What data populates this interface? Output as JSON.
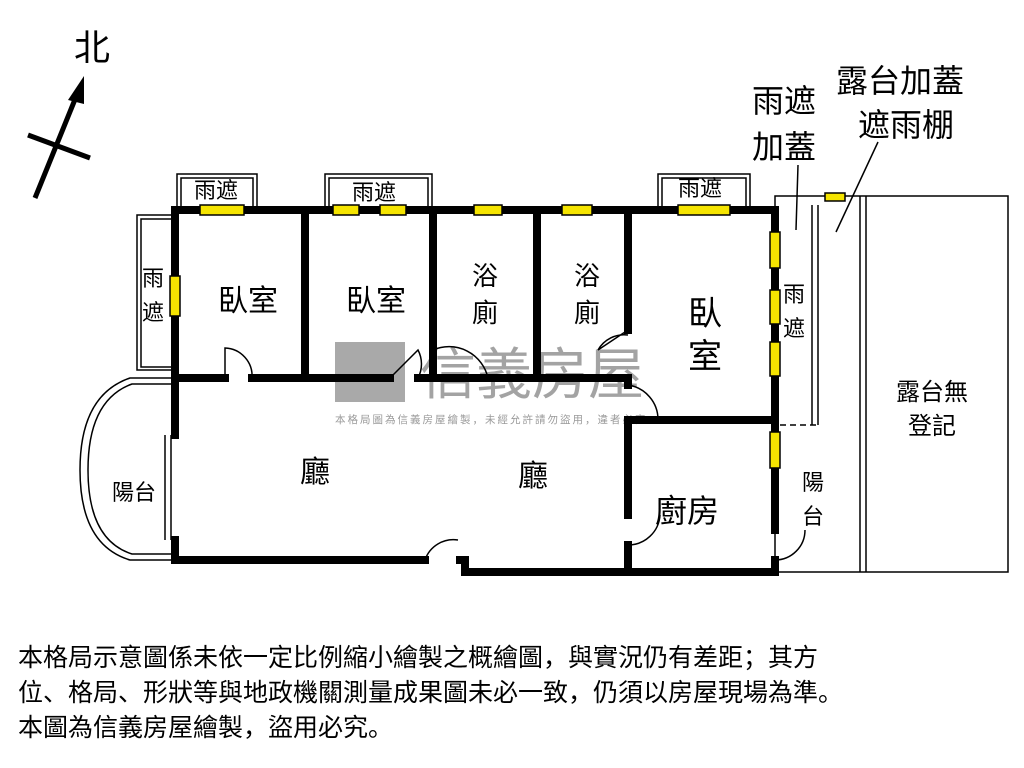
{
  "compass": {
    "north_label": "北"
  },
  "rooms": {
    "bedroom_1": "臥室",
    "bedroom_2": "臥室",
    "bath_1": [
      "浴",
      "廁"
    ],
    "bath_2": [
      "浴",
      "廁"
    ],
    "bedroom_3": [
      "臥",
      "室"
    ],
    "living_1": "廳",
    "living_2": "廳",
    "kitchen": "廚房",
    "balcony_left": "陽台",
    "balcony_right": [
      "陽",
      "台"
    ],
    "rain_cover_top_1": "雨遮",
    "rain_cover_top_2": "雨遮",
    "rain_cover_top_3": "雨遮",
    "rain_cover_left": [
      "雨",
      "遮"
    ],
    "rain_cover_right": [
      "雨",
      "遮"
    ],
    "terrace_unregistered": [
      "露台無",
      "登記"
    ]
  },
  "callouts": {
    "rain_cover_added": [
      "雨遮",
      "加蓋"
    ],
    "terrace_added_canopy": [
      "露台加蓋",
      "遮雨棚"
    ]
  },
  "watermark": {
    "brand": "信義房屋",
    "notice": "本格局圖為信義房屋繪製，未經允許請勿盜用，違者必究"
  },
  "disclaimer": [
    "本格局示意圖係未依一定比例縮小繪製之概繪圖，與實況仍有差距；其方",
    "位、格局、形狀等與地政機關測量成果圖未必一致，仍須以房屋現場為準。",
    "本圖為信義房屋繪製，盜用必究。"
  ],
  "colors": {
    "wall": "#000000",
    "window": "#f5e400",
    "watermark": "#9a9a9a"
  }
}
